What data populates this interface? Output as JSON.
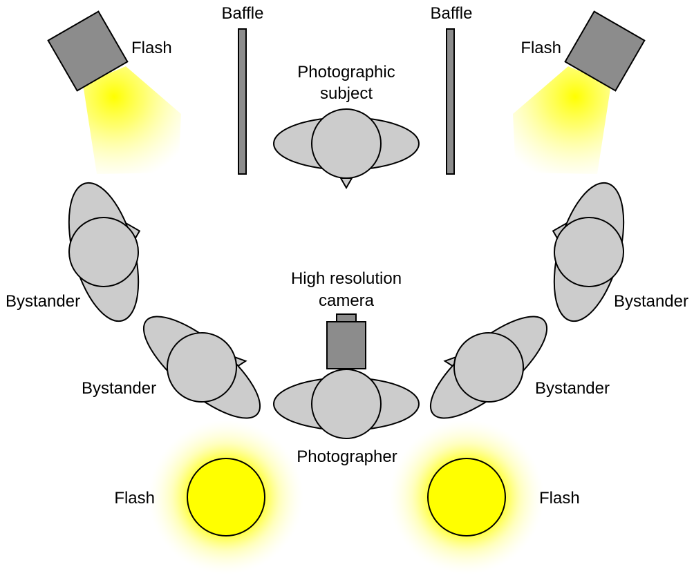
{
  "labels": {
    "flash_top_left": "Flash",
    "flash_top_right": "Flash",
    "flash_bottom_left": "Flash",
    "flash_bottom_right": "Flash",
    "baffle_left": "Baffle",
    "baffle_right": "Baffle",
    "subject_line1": "Photographic",
    "subject_line2": "subject",
    "camera_line1": "High resolution",
    "camera_line2": "camera",
    "photographer": "Photographer",
    "bystander_upper_left": "Bystander",
    "bystander_lower_left": "Bystander",
    "bystander_upper_right": "Bystander",
    "bystander_lower_right": "Bystander"
  },
  "colors": {
    "person_fill": "#cccccc",
    "equipment_fill": "#8c8c8c",
    "flash_yellow": "#ffff00",
    "outline": "#000000",
    "background": "#ffffff"
  }
}
